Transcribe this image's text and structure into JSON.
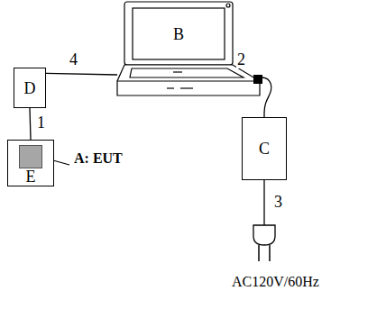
{
  "diagram": {
    "nodes": [
      {
        "text": [
          "B"
        ]
      },
      {
        "text": [
          "C"
        ]
      },
      {
        "text": [
          "D"
        ]
      },
      {
        "text": [
          "E"
        ]
      },
      {
        "text": [
          "A: EUT"
        ],
        "in": 3
      }
    ],
    "edges": [
      {
        "from": 2,
        "to": 3,
        "arrow": "none",
        "label": "1"
      },
      {
        "from": 0,
        "to": 1,
        "arrow": "none",
        "label": "2"
      },
      {
        "from": 2,
        "to": 0,
        "arrow": "none",
        "label": "4"
      }
    ],
    "labels": [
      "3",
      "AC120V/60Hz"
    ]
  }
}
